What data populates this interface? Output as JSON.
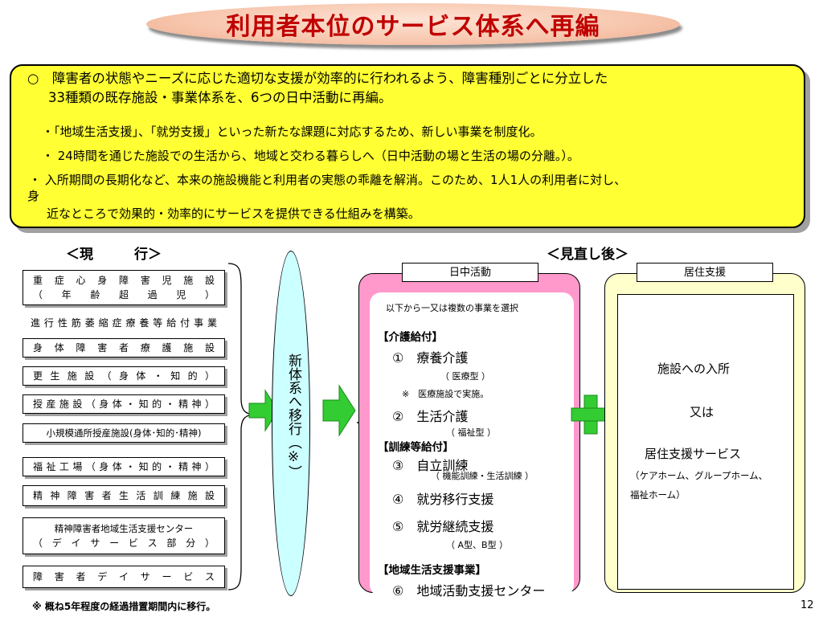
{
  "title": "利用者本位のサービス体系へ再編",
  "summary": {
    "lead_1": "○　障害者の状態やニーズに応じた適切な支援が効率的に行われるよう、障害種別ごとに分立した",
    "lead_2": "33種類の既存施設・事業体系を、6つの日中活動に再編。",
    "bullet_1": "・「地域生活支援」、「就労支援」といった新たな課題に対応するため、新しい事業を制度化。",
    "bullet_2": "・ 24時間を通じた施設での生活から、地域と交わる暮らしへ（日中活動の場と生活の場の分離。）。",
    "bullet_3a": "・ 入所期間の長期化など、本来の施設機能と利用者の実態の乖離を解消。このため、1人1人の利用者に対し、",
    "bullet_3b": "身",
    "bullet_3c": "近なところで効果的・効率的にサービスを提供できる仕組みを構築。"
  },
  "current": {
    "header": "＜現　　　行＞",
    "items": [
      {
        "line1": "重症心身障害児施設",
        "line2": "（年齢超過児）"
      },
      {
        "line1": "進行性筋萎縮症療養等給付事業"
      },
      {
        "line1": "身体障害者療護施設"
      },
      {
        "line1": "更生施設（身体・知的）"
      },
      {
        "line1": "授産施設（身体・知的・精神）"
      },
      {
        "line1": "小規模通所授産施設(身体･知的･精神)"
      },
      {
        "line1": "福祉工場（身体・知的・精神）"
      },
      {
        "line1": "精神障害者生活訓練施設"
      },
      {
        "line1": "精神障害者地域生活支援センター",
        "line2": "（デイサービス部分）"
      },
      {
        "line1": "障害者デイサービス"
      }
    ],
    "footnote": "※ 概ね5年程度の経過措置期間内に移行。"
  },
  "transition": {
    "label": "新体系へ移行（※）"
  },
  "revised": {
    "header": "＜見直し後＞",
    "day": {
      "label": "日中活動",
      "intro": "以下から一又は複数の事業を選択",
      "g1": "【介護給付】",
      "i1": "①　療養介護",
      "i1_sub": "（ 医療型 ）",
      "i1_note": "※　医療施設で実施。",
      "i2": "②　生活介護",
      "i2_sub": "（ 福祉型 ）",
      "g2": "【訓練等給付】",
      "i3": "③　自立訓練",
      "i3_sub": "（ 機能訓練・生活訓練 ）",
      "i4": "④　就労移行支援",
      "i5": "⑤　就労継続支援",
      "i5_sub": "（ A型、B型 ）",
      "g3": "【地域生活支援事業】",
      "i6": "⑥　地域活動支援センター"
    },
    "residential": {
      "label": "居住支援",
      "l1": "施設への入所",
      "l2": "又は",
      "l3": "居住支援サービス",
      "l4": "（ケアホーム、グループホーム、",
      "l5": "福祉ホーム）"
    }
  },
  "page_number": "12",
  "colors": {
    "title_red": "#c00000",
    "summary_yellow": "#ffff33",
    "arrow_green": "#33cc33",
    "pink": "#ff99cc",
    "cyan": "#ccffff",
    "light_yellow": "#ffffcc"
  }
}
